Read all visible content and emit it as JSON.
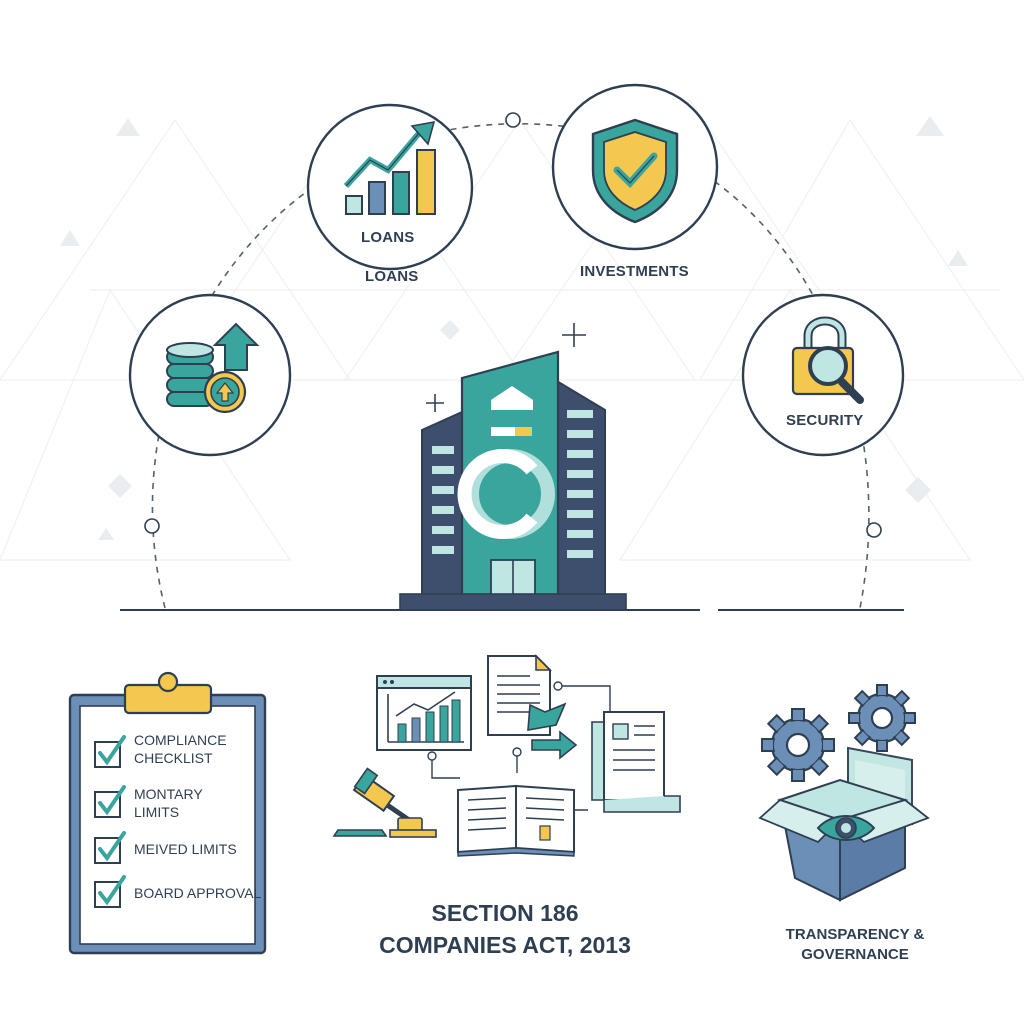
{
  "nodes": {
    "loans_inner": "LOANS",
    "loans_outer": "LOANS",
    "investments": "INVESTMENTS",
    "security": "SECURITY"
  },
  "checklist": {
    "items": [
      {
        "line1": "COMPLIANCE",
        "line2": "CHECKLIST"
      },
      {
        "line1": "MONTARY",
        "line2": "LIMITS"
      },
      {
        "line1": "MEIVED LIMITS",
        "line2": ""
      },
      {
        "line1": "BOARD APPROVAL",
        "line2": ""
      }
    ]
  },
  "center_title": {
    "line1": "SECTION 186",
    "line2": "COMPANIES ACT, 2013"
  },
  "governance": {
    "line1": "TRANSPARENCY &",
    "line2": "GOVERNANCE"
  },
  "colors": {
    "teal": "#3aa59c",
    "navy": "#3e4f6e",
    "yellow": "#f4c84f",
    "light_teal": "#bfe6e2",
    "steel_blue": "#6c8fb8",
    "outline": "#2f3f52"
  }
}
